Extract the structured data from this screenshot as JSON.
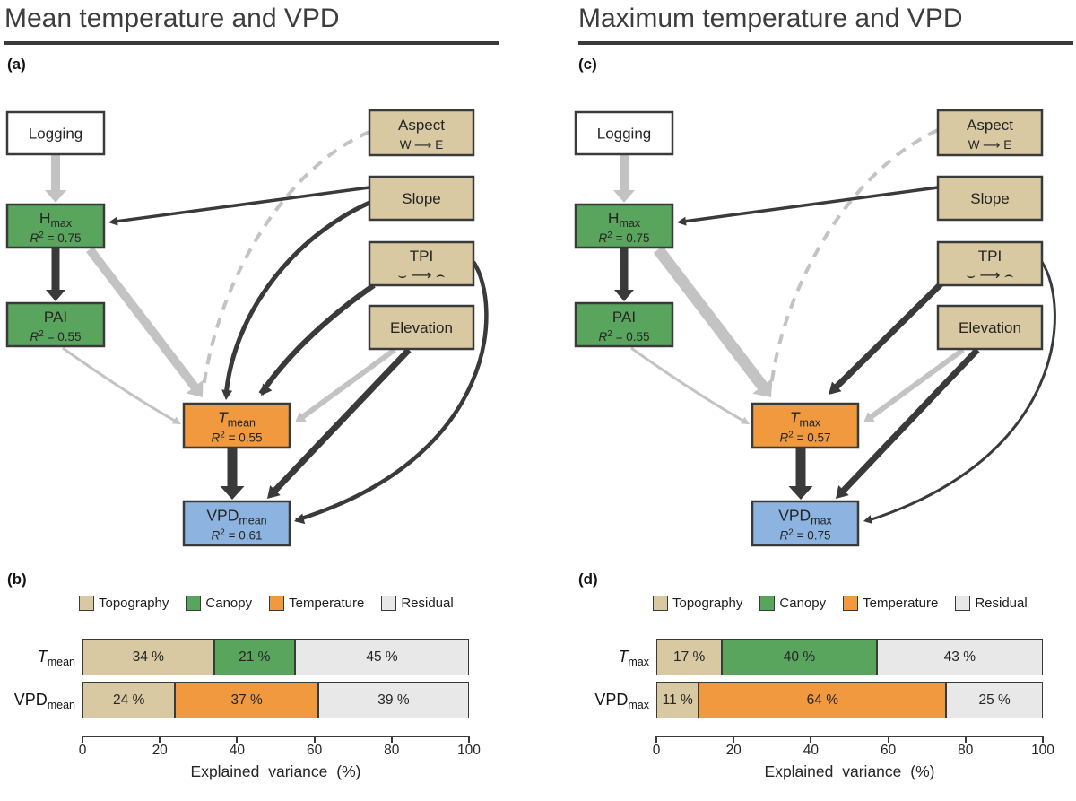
{
  "colors": {
    "tan": "#d8c9a3",
    "green": "#5aa55e",
    "orange": "#f0993f",
    "blue": "#8db4e0",
    "residual": "#e8e8e8",
    "white": "#ffffff",
    "dark": "#3a3a3a",
    "light_arrow": "#c3c3c3"
  },
  "page": {
    "columns": [
      {
        "title": "Mean temperature and VPD",
        "diagram_panel": "(a)",
        "bars_panel": "(b)",
        "diagram": {
          "logging": {
            "label": "Logging"
          },
          "hmax": {
            "main": "H",
            "sub": "max",
            "r2": 0.75,
            "r2_sym": "R",
            "r2_sup": "2",
            "r2_val": " = 0.75"
          },
          "pai": {
            "label": "PAI",
            "r2": 0.55,
            "r2_sym": "R",
            "r2_sup": "2",
            "r2_val": " = 0.55"
          },
          "aspect": {
            "label": "Aspect",
            "detail": "W ⟶ E"
          },
          "slope": {
            "label": "Slope"
          },
          "tpi": {
            "label": "TPI",
            "detail": "⌣ ⟶ ⌢"
          },
          "elevation": {
            "label": "Elevation"
          },
          "t": {
            "main": "T",
            "sub": "mean",
            "r2": 0.55,
            "r2_sym": "R",
            "r2_sup": "2",
            "r2_val": " = 0.55"
          },
          "vpd": {
            "main": "VPD",
            "sub": "mean",
            "r2": 0.61,
            "r2_sym": "R",
            "r2_sup": "2",
            "r2_val": " = 0.61"
          }
        }
      },
      {
        "title": "Maximum temperature and VPD",
        "diagram_panel": "(c)",
        "bars_panel": "(d)",
        "diagram": {
          "logging": {
            "label": "Logging"
          },
          "hmax": {
            "main": "H",
            "sub": "max",
            "r2": 0.75,
            "r2_sym": "R",
            "r2_sup": "2",
            "r2_val": " = 0.75"
          },
          "pai": {
            "label": "PAI",
            "r2": 0.55,
            "r2_sym": "R",
            "r2_sup": "2",
            "r2_val": " = 0.55"
          },
          "aspect": {
            "label": "Aspect",
            "detail": "W ⟶ E"
          },
          "slope": {
            "label": "Slope"
          },
          "tpi": {
            "label": "TPI",
            "detail": "⌣ ⟶ ⌢"
          },
          "elevation": {
            "label": "Elevation"
          },
          "t": {
            "main": "T",
            "sub": "max",
            "r2": 0.57,
            "r2_sym": "R",
            "r2_sup": "2",
            "r2_val": " = 0.57"
          },
          "vpd": {
            "main": "VPD",
            "sub": "max",
            "r2": 0.75,
            "r2_sym": "R",
            "r2_sup": "2",
            "r2_val": " = 0.75"
          }
        }
      }
    ]
  },
  "chart_data": [
    {
      "type": "bar",
      "orientation": "horizontal",
      "stacked": true,
      "panel": "(b)",
      "xlabel": "Explained variance (%)",
      "xlim": [
        0,
        100
      ],
      "xticks": [
        0,
        20,
        40,
        60,
        80,
        100
      ],
      "legend": [
        {
          "name": "Topography",
          "color": "#d8c9a3"
        },
        {
          "name": "Canopy",
          "color": "#5aa55e"
        },
        {
          "name": "Temperature",
          "color": "#f0993f"
        },
        {
          "name": "Residual",
          "color": "#e8e8e8"
        }
      ],
      "rows": [
        {
          "label_main": "T",
          "label_sub": "mean",
          "label_italic": true,
          "segments": [
            {
              "category": "Topography",
              "value": 34,
              "label": "34 %"
            },
            {
              "category": "Canopy",
              "value": 21,
              "label": "21 %"
            },
            {
              "category": "Residual",
              "value": 45,
              "label": "45 %"
            }
          ]
        },
        {
          "label_main": "VPD",
          "label_sub": "mean",
          "label_italic": false,
          "segments": [
            {
              "category": "Topography",
              "value": 24,
              "label": "24 %"
            },
            {
              "category": "Temperature",
              "value": 37,
              "label": "37 %"
            },
            {
              "category": "Residual",
              "value": 39,
              "label": "39 %"
            }
          ]
        }
      ]
    },
    {
      "type": "bar",
      "orientation": "horizontal",
      "stacked": true,
      "panel": "(d)",
      "xlabel": "Explained variance (%)",
      "xlim": [
        0,
        100
      ],
      "xticks": [
        0,
        20,
        40,
        60,
        80,
        100
      ],
      "legend": [
        {
          "name": "Topography",
          "color": "#d8c9a3"
        },
        {
          "name": "Canopy",
          "color": "#5aa55e"
        },
        {
          "name": "Temperature",
          "color": "#f0993f"
        },
        {
          "name": "Residual",
          "color": "#e8e8e8"
        }
      ],
      "rows": [
        {
          "label_main": "T",
          "label_sub": "max",
          "label_italic": true,
          "segments": [
            {
              "category": "Topography",
              "value": 17,
              "label": "17 %"
            },
            {
              "category": "Canopy",
              "value": 40,
              "label": "40 %"
            },
            {
              "category": "Residual",
              "value": 43,
              "label": "43 %"
            }
          ]
        },
        {
          "label_main": "VPD",
          "label_sub": "max",
          "label_italic": false,
          "segments": [
            {
              "category": "Topography",
              "value": 11,
              "label": "11 %"
            },
            {
              "category": "Temperature",
              "value": 64,
              "label": "64 %"
            },
            {
              "category": "Residual",
              "value": 25,
              "label": "25 %"
            }
          ]
        }
      ]
    }
  ]
}
